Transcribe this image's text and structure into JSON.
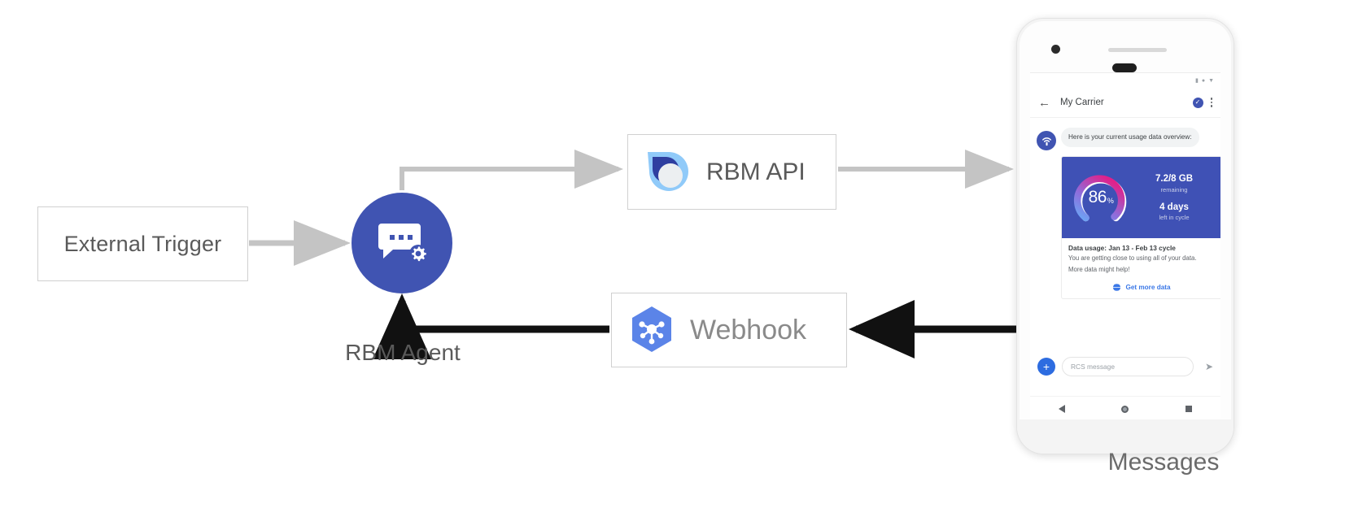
{
  "diagram": {
    "nodes": {
      "external_trigger": "External Trigger",
      "rbm_agent": "RBM Agent",
      "rbm_api": "RBM API",
      "webhook": "Webhook",
      "messages": "Messages"
    },
    "colors": {
      "agent_circle": "#4054b2",
      "webhook_hex": "#5b84e8",
      "rbm_api_logo_light": "#90caf9",
      "rbm_api_logo_dark": "#2f3fa0",
      "arrow_light": "#c4c4c4",
      "arrow_dark": "#111111",
      "box_border": "#d0d0d0"
    },
    "icons": {
      "agent": "chat-gear-icon",
      "api": "rbm-droplet-icon",
      "webhook": "cloud-functions-hexagon-icon"
    }
  },
  "phone": {
    "status_bar": {
      "icons": [
        "signal-icon",
        "wifi-icon",
        "battery-icon"
      ]
    },
    "app_bar": {
      "back": "back-arrow-icon",
      "title": "My Carrier",
      "verified": "verified-check-icon",
      "menu": "overflow-menu-icon"
    },
    "conversation": {
      "avatar_icon": "carrier-signal-icon",
      "incoming_message": "Here is your current usage data overview:",
      "card": {
        "gauge": {
          "value": "86",
          "unit": "%",
          "percent": 86
        },
        "stats": [
          {
            "main": "7.2/8 GB",
            "sub": "remaining"
          },
          {
            "main": "4 days",
            "sub": "left in cycle"
          }
        ],
        "title": "Data usage: Jan 13 - Feb 13 cycle",
        "body_line1": "You are getting close to using all of your data.",
        "body_line2": "More data might help!",
        "action_icon": "globe-icon",
        "action_label": "Get more data"
      }
    },
    "composer": {
      "plus_icon": "add-attachment-icon",
      "placeholder": "RCS message",
      "send_icon": "send-icon"
    },
    "nav_bar": {
      "back": "nav-back-icon",
      "home": "nav-home-icon",
      "recents": "nav-recents-icon"
    }
  }
}
